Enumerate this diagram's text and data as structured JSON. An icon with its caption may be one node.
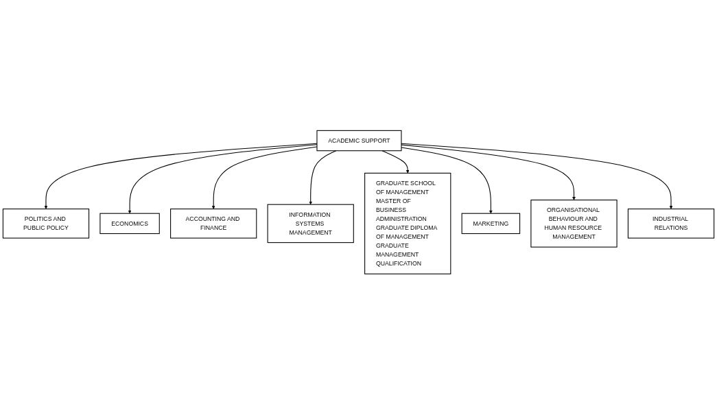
{
  "diagram": {
    "nodes": [
      {
        "text": [
          "POLITICS AND PUBLIC POLICY"
        ]
      },
      {
        "text": [
          "ECONOMICS"
        ]
      },
      {
        "text": [
          "ACCOUNTING AND FINANCE"
        ]
      },
      {
        "text": [
          "INFORMATION SYSTEMS MANAGEMENT"
        ]
      },
      {
        "text": [
          "ACADEMIC SUPPORT"
        ]
      },
      {
        "text": [
          "MARKETING"
        ]
      },
      {
        "text": [
          "ORGANISATIONAL BEHAVIOUR AND HUMAN RESOURCE MANAGEMENT"
        ]
      },
      {
        "text": [
          "INDUSTRIAL RELATIONS"
        ]
      },
      {
        "text": [
          "GRADUATE SCHOOL OF MANAGEMENT",
          "MASTER OF BUSINESS ADMINISTRATION",
          "GRADUATE DIPLOMA OF MANAGEMENT",
          "GRADUATE MANAGEMENT QUALIFICATION"
        ]
      }
    ],
    "edges": [
      {
        "from": 4,
        "to": 0,
        "arrow": "to"
      },
      {
        "from": 4,
        "to": 1,
        "arrow": "to"
      },
      {
        "from": 4,
        "to": 2,
        "arrow": "to"
      },
      {
        "from": 4,
        "to": 3,
        "arrow": "to"
      },
      {
        "from": 4,
        "to": 8,
        "arrow": "to"
      },
      {
        "from": 4,
        "to": 5,
        "arrow": "to"
      },
      {
        "from": 4,
        "to": 6,
        "arrow": "to"
      },
      {
        "from": 4,
        "to": 7,
        "arrow": "to"
      }
    ]
  }
}
